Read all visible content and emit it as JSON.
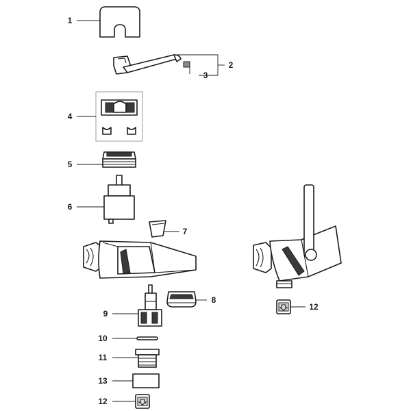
{
  "labels": {
    "p1": "1",
    "p2": "2",
    "p3": "3",
    "p4": "4",
    "p5": "5",
    "p6": "6",
    "p7": "7",
    "p8": "8",
    "p9": "9",
    "p10": "10",
    "p11": "11",
    "p13": "13",
    "p12a": "12",
    "p12b": "12"
  },
  "colors": {
    "ink": "#1a1a1a",
    "shade": "#3a3a3a",
    "box": "#9a9a9a"
  }
}
